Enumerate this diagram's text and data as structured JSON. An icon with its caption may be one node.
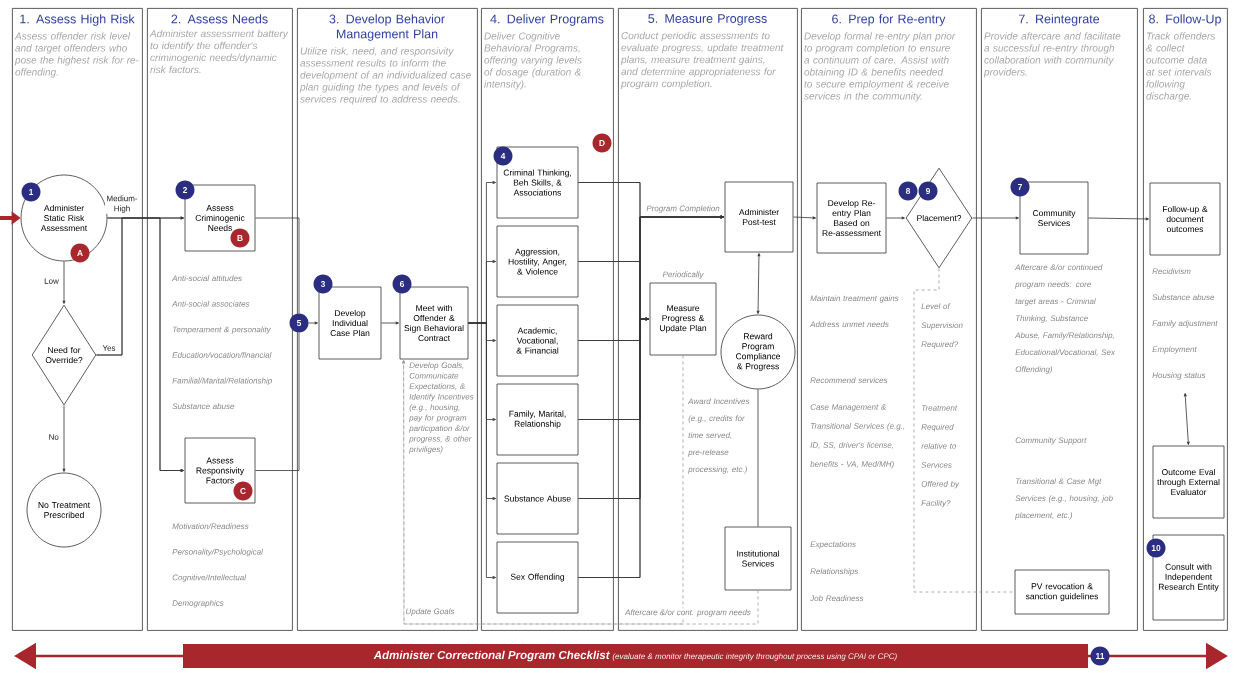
{
  "diagram": {
    "nodes": [
      {
        "text": [
          "1. Assess High Risk",
          "Assess offender risk level and target offenders who pose the highest risk for re-offending."
        ]
      },
      {
        "text": [
          "2. Assess Needs",
          "Administer assessment battery to identify the offender's criminogenic needs/dynamic risk factors."
        ]
      },
      {
        "text": [
          "3. Develop Behavior Management Plan",
          "Utilize risk, need, and responsivity assessment results to inform the development of an individualized case plan guiding the types and levels of services required to address needs."
        ]
      },
      {
        "text": [
          "4. Deliver Programs",
          "Deliver Cognitive Behavioral Programs, offering varying levels of dosage (duration & intensity)."
        ]
      },
      {
        "text": [
          "5. Measure Progress",
          "Conduct periodic assessments to evaluate progress, update treatment plans, measure treatment gains, and determine appropriateness for program completion."
        ]
      },
      {
        "text": [
          "6. Prep for Re-entry",
          "Develop formal re-entry plan prior to program completion to ensure a continuum of care. Assist with obtaining ID & benefits needed to secure employment & receive services in the community."
        ]
      },
      {
        "text": [
          "7. Reintegrate",
          "Provide aftercare and facilitate a successful re-entry through collaboration with community providers."
        ]
      },
      {
        "text": [
          "8. Follow-Up",
          "Track offenders & collect outcome data at set intervals following discharge."
        ]
      },
      {
        "text": [
          "Administer Static Risk Assessment"
        ],
        "in": 0
      },
      {
        "text": [
          "Need for Override?"
        ],
        "in": 0
      },
      {
        "text": [
          "No Treatment Prescribed"
        ],
        "in": 0
      },
      {
        "text": [
          "Assess Criminogenic Needs"
        ],
        "in": 1,
        "beside": [
          "Anti-social attitudes",
          "Anti-social associates",
          "Temperament & personality",
          "Education/vocation/financial",
          "Familial/Marital/Relationship",
          "Substance abuse"
        ]
      },
      {
        "text": [
          "Assess Responsivity Factors"
        ],
        "in": 1,
        "beside": [
          "Motivation/Readiness",
          "Personality/Psychological",
          "Cognitive/Intellectual",
          "Demographics"
        ]
      },
      {
        "text": [
          "Develop Individual Case Plan"
        ],
        "in": 2
      },
      {
        "text": [
          "Meet with Offender & Sign Behavioral Contract"
        ],
        "in": 2,
        "beside": [
          "Develop Goals, Communicate Expectations, & Identify Incentives (e.g., housing, pay for program participation &/or progress, & other priviliges)"
        ]
      },
      {
        "text": [
          "Criminal Thinking, Beh Skills, & Associations"
        ],
        "in": 3
      },
      {
        "text": [
          "Aggression, Hostility, Anger, & Violence"
        ],
        "in": 3
      },
      {
        "text": [
          "Academic, Vocational, & Financial"
        ],
        "in": 3
      },
      {
        "text": [
          "Family, Marital, Relationship"
        ],
        "in": 3
      },
      {
        "text": [
          "Substance Abuse"
        ],
        "in": 3
      },
      {
        "text": [
          "Sex Offending"
        ],
        "in": 3
      },
      {
        "text": [
          "Administer Post-test"
        ],
        "in": 4
      },
      {
        "text": [
          "Measure Progress & Update Plan"
        ],
        "in": 4
      },
      {
        "text": [
          "Reward Program Compliance & Progress"
        ],
        "in": 4,
        "beside": [
          "Award Incentives (e.g., credits for time served, pre-release processing, etc.)"
        ]
      },
      {
        "text": [
          "Institutional Services"
        ],
        "in": 4
      },
      {
        "text": [
          "Develop Re-entry Plan Based on Re-assessment"
        ],
        "in": 5,
        "beside": [
          "Maintain treatment gains",
          "Address unmet needs",
          "Recommend services",
          "Case Management & Transitional Services (e.g., ID, SS, driver's license, benefits - VA, Med/MH)",
          "Expectations",
          "Relationships",
          "Job Readiness"
        ]
      },
      {
        "text": [
          "Placement?"
        ],
        "in": 5
      },
      {
        "text": [
          "Community Services"
        ],
        "in": 6,
        "beside": [
          "Aftercare &/or continued program needs: core target areas - Criminal Thinking, Substance Abuse, Family/Relationship, Educational/Vocational, Sex Offending)"
        ]
      },
      {
        "text": [
          "PV revocation & sanction guidelines"
        ],
        "in": 6
      },
      {
        "text": [
          "Follow-up & document outcomes"
        ],
        "in": 7,
        "beside": [
          "Recidivism",
          "Substance abuse",
          "Family adjustment",
          "Employment",
          "Housing status"
        ]
      },
      {
        "text": [
          "Outcome Eval through External Evaluator"
        ],
        "in": 7
      },
      {
        "text": [
          "Consult with Independent Research Entity"
        ],
        "in": 7
      },
      {
        "text": [
          "Administer Correctional Program Checklist",
          "(evaluate & monitor therapeutic integrity throughout process using CPAI or CPC)"
        ]
      },
      {
        "text": [
          "1"
        ],
        "in": 8
      },
      {
        "text": [
          "A"
        ],
        "in": 8
      },
      {
        "text": [
          "2"
        ],
        "in": 1
      },
      {
        "text": [
          "B"
        ],
        "in": 11
      },
      {
        "text": [
          "C"
        ],
        "in": 12
      },
      {
        "text": [
          "5"
        ]
      },
      {
        "text": [
          "3"
        ],
        "in": 2
      },
      {
        "text": [
          "6"
        ],
        "in": 2
      },
      {
        "text": [
          "4"
        ],
        "in": 3
      },
      {
        "text": [
          "D"
        ],
        "in": 3
      },
      {
        "text": [
          "8"
        ],
        "in": 5
      },
      {
        "text": [
          "9"
        ],
        "in": 26
      },
      {
        "text": [
          "7"
        ],
        "in": 6
      },
      {
        "text": [
          "10"
        ],
        "in": 7
      },
      {
        "text": [
          "11"
        ]
      }
    ],
    "edges": [
      {
        "from": null,
        "to": 8,
        "arrow": "to",
        "style": "thick",
        "color": "#a8272c"
      },
      {
        "from": 8,
        "to": 11,
        "arrow": "to",
        "label": "Medium-High"
      },
      {
        "from": 8,
        "to": 12,
        "arrow": "to"
      },
      {
        "from": 8,
        "to": 9,
        "arrow": "to",
        "label": "Low"
      },
      {
        "from": 9,
        "to": 11,
        "arrow": "to",
        "label": "Yes"
      },
      {
        "from": 9,
        "to": 12,
        "arrow": "to"
      },
      {
        "from": 9,
        "to": 10,
        "arrow": "to",
        "label": "No"
      },
      {
        "from": 11,
        "to": 38,
        "arrow": "none"
      },
      {
        "from": 12,
        "to": 38,
        "arrow": "none"
      },
      {
        "from": 38,
        "to": 13,
        "arrow": "to"
      },
      {
        "from": 13,
        "to": 14,
        "arrow": "to"
      },
      {
        "from": 14,
        "to": 15,
        "arrow": "to"
      },
      {
        "from": 14,
        "to": 16,
        "arrow": "to"
      },
      {
        "from": 14,
        "to": 17,
        "arrow": "to"
      },
      {
        "from": 14,
        "to": 18,
        "arrow": "to"
      },
      {
        "from": 14,
        "to": 19,
        "arrow": "to"
      },
      {
        "from": 14,
        "to": 20,
        "arrow": "to"
      },
      {
        "from": 15,
        "to": 21,
        "arrow": "to",
        "label": "Program Completion"
      },
      {
        "from": 16,
        "to": 21,
        "arrow": "to"
      },
      {
        "from": 17,
        "to": 21,
        "arrow": "to"
      },
      {
        "from": 18,
        "to": 21,
        "arrow": "to"
      },
      {
        "from": 19,
        "to": 21,
        "arrow": "to"
      },
      {
        "from": 20,
        "to": 21,
        "arrow": "to"
      },
      {
        "from": 15,
        "to": 22,
        "arrow": "to",
        "label": "Periodically"
      },
      {
        "from": 16,
        "to": 22,
        "arrow": "to"
      },
      {
        "from": 17,
        "to": 22,
        "arrow": "to"
      },
      {
        "from": 18,
        "to": 22,
        "arrow": "to"
      },
      {
        "from": 19,
        "to": 22,
        "arrow": "to"
      },
      {
        "from": 20,
        "to": 22,
        "arrow": "to"
      },
      {
        "from": 21,
        "to": 23,
        "arrow": "both"
      },
      {
        "from": 23,
        "to": 24,
        "arrow": "none"
      },
      {
        "from": 22,
        "to": 14,
        "arrow": "to",
        "style": "dashed",
        "color": "#9a9a9a",
        "label": "Update Goals"
      },
      {
        "from": 24,
        "to": 14,
        "arrow": "to",
        "style": "dashed",
        "color": "#9a9a9a",
        "label": "Aftercare &/or cont. program needs"
      },
      {
        "from": 21,
        "to": 25,
        "arrow": "to"
      },
      {
        "from": 25,
        "to": 26,
        "arrow": "to"
      },
      {
        "from": 26,
        "to": 27,
        "arrow": "to"
      },
      {
        "from": 27,
        "to": 29,
        "arrow": "to"
      },
      {
        "from": 26,
        "to": 28,
        "arrow": "none",
        "style": "dashed",
        "color": "#9a9a9a"
      },
      {
        "from": 29,
        "to": 30,
        "arrow": "both"
      }
    ],
    "labels": [
      "Level of Supervision Required?",
      "Treatment Required relative to Services Offered by Facility?",
      "Community Support",
      "Transitional & Case Mgt Services (e.g., housing, job placement, etc.)"
    ]
  }
}
